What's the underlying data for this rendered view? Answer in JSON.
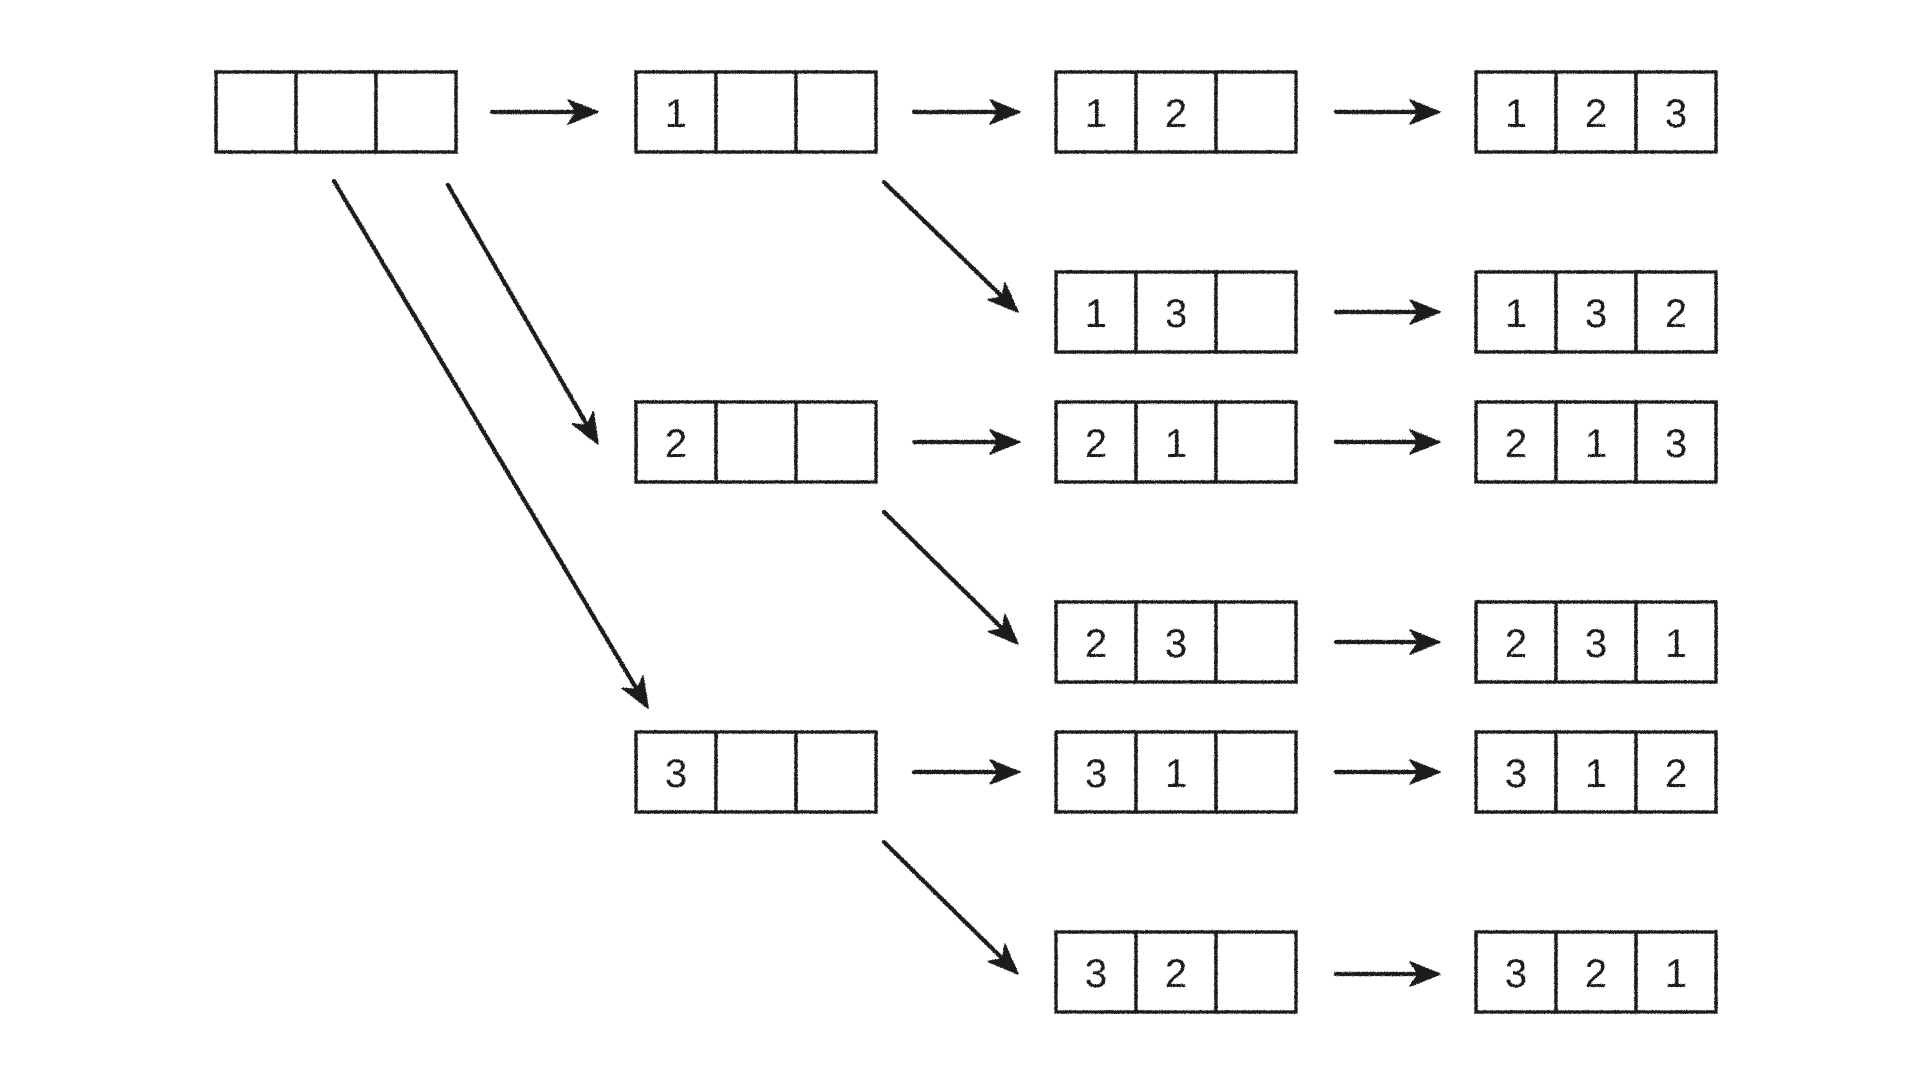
{
  "diagram": {
    "kind": "permutation-tree",
    "description_visible": false,
    "nodes": [
      {
        "id": "root",
        "cells": [
          "",
          "",
          ""
        ]
      },
      {
        "id": "n1",
        "cells": [
          "1",
          "",
          ""
        ]
      },
      {
        "id": "n2",
        "cells": [
          "2",
          "",
          ""
        ]
      },
      {
        "id": "n3",
        "cells": [
          "3",
          "",
          ""
        ]
      },
      {
        "id": "n12",
        "cells": [
          "1",
          "2",
          ""
        ]
      },
      {
        "id": "n13",
        "cells": [
          "1",
          "3",
          ""
        ]
      },
      {
        "id": "n21",
        "cells": [
          "2",
          "1",
          ""
        ]
      },
      {
        "id": "n23",
        "cells": [
          "2",
          "3",
          ""
        ]
      },
      {
        "id": "n31",
        "cells": [
          "3",
          "1",
          ""
        ]
      },
      {
        "id": "n32",
        "cells": [
          "3",
          "2",
          ""
        ]
      },
      {
        "id": "n123",
        "cells": [
          "1",
          "2",
          "3"
        ]
      },
      {
        "id": "n132",
        "cells": [
          "1",
          "3",
          "2"
        ]
      },
      {
        "id": "n213",
        "cells": [
          "2",
          "1",
          "3"
        ]
      },
      {
        "id": "n231",
        "cells": [
          "2",
          "3",
          "1"
        ]
      },
      {
        "id": "n312",
        "cells": [
          "3",
          "1",
          "2"
        ]
      },
      {
        "id": "n321",
        "cells": [
          "3",
          "2",
          "1"
        ]
      }
    ],
    "edges": [
      {
        "from": "root",
        "to": "n1"
      },
      {
        "from": "root",
        "to": "n2"
      },
      {
        "from": "root",
        "to": "n3"
      },
      {
        "from": "n1",
        "to": "n12"
      },
      {
        "from": "n1",
        "to": "n13"
      },
      {
        "from": "n2",
        "to": "n21"
      },
      {
        "from": "n2",
        "to": "n23"
      },
      {
        "from": "n3",
        "to": "n31"
      },
      {
        "from": "n3",
        "to": "n32"
      },
      {
        "from": "n12",
        "to": "n123"
      },
      {
        "from": "n13",
        "to": "n132"
      },
      {
        "from": "n21",
        "to": "n213"
      },
      {
        "from": "n23",
        "to": "n231"
      },
      {
        "from": "n31",
        "to": "n312"
      },
      {
        "from": "n32",
        "to": "n321"
      }
    ],
    "colors": {
      "ink": "#1c1c1c",
      "background": "#ffffff"
    }
  }
}
